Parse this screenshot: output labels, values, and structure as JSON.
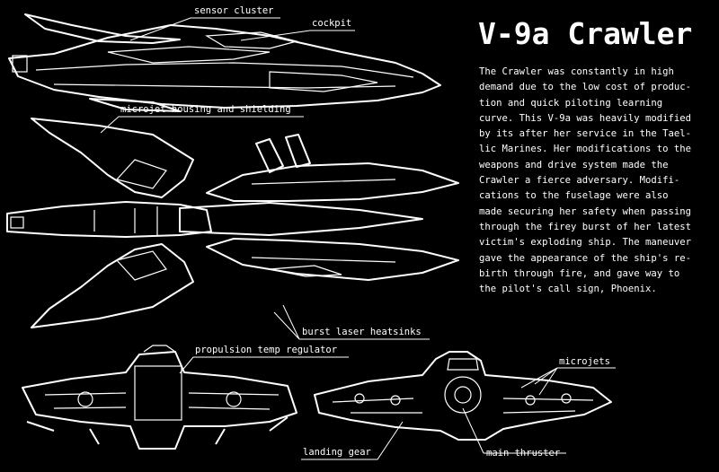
{
  "title": "V-9a Crawler",
  "description_lines": [
    "The Crawler was constantly in high",
    "demand due to the low cost of produc-",
    "tion and quick piloting learning",
    "curve. This V-9a was heavily modified",
    "by its after her service in the Tael-",
    "lic Marines.  Her modifications to the",
    "weapons and drive system made the",
    "Crawler a fierce adversary.  Modifi-",
    "cations to the fuselage were also",
    "made securing her safety when passing",
    "through the firey burst of her latest",
    "victim's exploding ship.  The maneuver",
    "gave the appearance of the ship's re-",
    "birth through fire, and gave way to",
    "the pilot's call sign, Phoenix."
  ],
  "labels": {
    "sensor_cluster": "sensor cluster",
    "cockpit": "cockpit",
    "microjet_housing": "microjet housing and shielding",
    "burst_laser_heatsinks": "burst laser heatsinks",
    "propulsion_temp_regulator": "propulsion temp regulator",
    "microjets": "microjets",
    "landing_gear": "landing gear",
    "main_thruster": "main thruster"
  },
  "colors": {
    "background": "#000000",
    "line": "#ffffff"
  }
}
